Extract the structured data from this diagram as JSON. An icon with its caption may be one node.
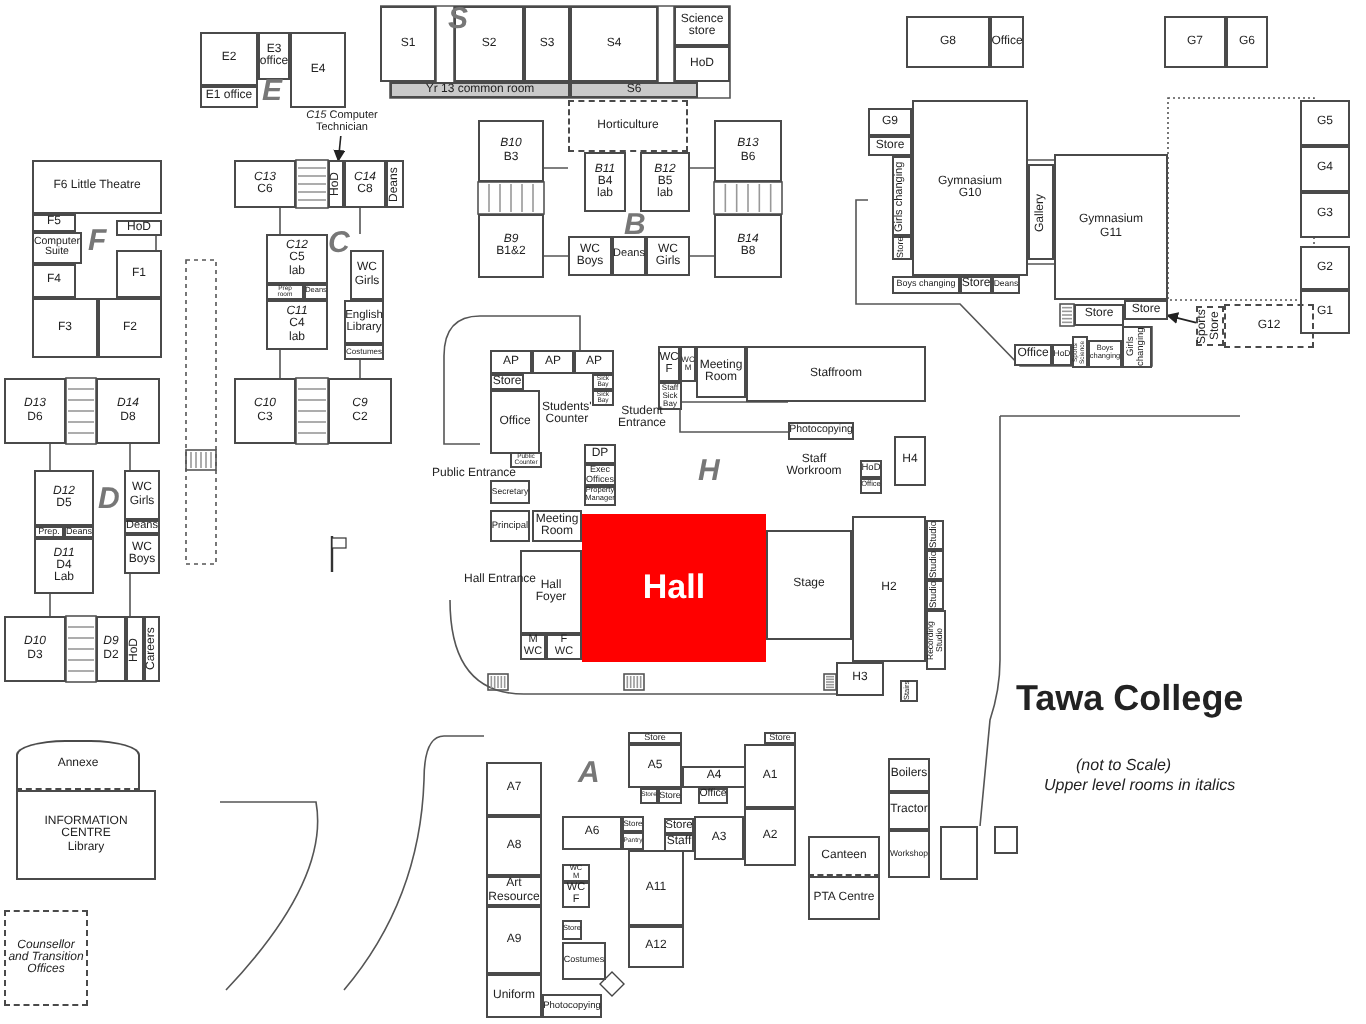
{
  "diagram": {
    "title": "Tawa College",
    "nodes": [
      {
        "text": [
          "E2"
        ]
      },
      {
        "text": [
          "E3 office"
        ]
      },
      {
        "text": [
          "E4"
        ]
      },
      {
        "text": [
          "E1 office"
        ]
      },
      {
        "text": [
          "S1"
        ]
      },
      {
        "text": [
          "S2"
        ]
      },
      {
        "text": [
          "S3"
        ]
      },
      {
        "text": [
          "S4"
        ]
      },
      {
        "text": [
          "Science store"
        ]
      },
      {
        "text": [
          "HoD"
        ]
      },
      {
        "text": [
          "Yr 13 common room"
        ]
      },
      {
        "text": [
          "S6"
        ]
      },
      {
        "text": [
          "G8"
        ]
      },
      {
        "text": [
          "Office"
        ]
      },
      {
        "text": [
          "G7"
        ]
      },
      {
        "text": [
          "G6"
        ]
      },
      {
        "text": [
          "*C15* Computer Technician"
        ]
      },
      {
        "text": [
          "*C13* C6"
        ]
      },
      {
        "text": [
          "HoD"
        ]
      },
      {
        "text": [
          "*C14* C8"
        ]
      },
      {
        "text": [
          "Deans"
        ]
      },
      {
        "text": [
          "F6 Little Theatre"
        ]
      },
      {
        "text": [
          "F5"
        ]
      },
      {
        "text": [
          "HoD"
        ]
      },
      {
        "text": [
          "Computer Suite"
        ]
      },
      {
        "text": [
          "F4"
        ]
      },
      {
        "text": [
          "F1"
        ]
      },
      {
        "text": [
          "F3"
        ]
      },
      {
        "text": [
          "F2"
        ]
      },
      {
        "text": [
          "*C12* C5 lab"
        ]
      },
      {
        "text": [
          "Prep room"
        ]
      },
      {
        "text": [
          "Deans"
        ]
      },
      {
        "text": [
          "*C11* C4 lab"
        ]
      },
      {
        "text": [
          "WC Girls"
        ]
      },
      {
        "text": [
          "English Library"
        ]
      },
      {
        "text": [
          "Costumes"
        ]
      },
      {
        "text": [
          "*C10* C3"
        ]
      },
      {
        "text": [
          "*C9* C2"
        ]
      },
      {
        "text": [
          "*B10* B3"
        ]
      },
      {
        "text": [
          "*B9* B1&2"
        ]
      },
      {
        "text": [
          "Horticulture"
        ]
      },
      {
        "text": [
          "*B11* B4 lab"
        ]
      },
      {
        "text": [
          "*B12* B5 lab"
        ]
      },
      {
        "text": [
          "WC Boys"
        ]
      },
      {
        "text": [
          "Deans"
        ]
      },
      {
        "text": [
          "WC Girls"
        ]
      },
      {
        "text": [
          "*B13* B6"
        ]
      },
      {
        "text": [
          "*B14* B8"
        ]
      },
      {
        "text": [
          "G9"
        ]
      },
      {
        "text": [
          "Store"
        ]
      },
      {
        "text": [
          "Gymnasium G10"
        ]
      },
      {
        "text": [
          "Girls changing"
        ]
      },
      {
        "text": [
          "Store"
        ]
      },
      {
        "text": [
          "Boys changing"
        ]
      },
      {
        "text": [
          "Store"
        ]
      },
      {
        "text": [
          "Deans"
        ]
      },
      {
        "text": [
          "Gallery"
        ]
      },
      {
        "text": [
          "Gymnasium G11"
        ]
      },
      {
        "text": [
          "G5"
        ]
      },
      {
        "text": [
          "G4"
        ]
      },
      {
        "text": [
          "G3"
        ]
      },
      {
        "text": [
          "G2"
        ]
      },
      {
        "text": [
          "G1"
        ]
      },
      {
        "text": [
          "Store"
        ]
      },
      {
        "text": [
          "Store"
        ]
      },
      {
        "text": [
          "Sports Store"
        ]
      },
      {
        "text": [
          "G12"
        ]
      },
      {
        "text": [
          "Office"
        ]
      },
      {
        "text": [
          "HoD"
        ]
      },
      {
        "text": [
          "Sports Science"
        ]
      },
      {
        "text": [
          "Boys changing"
        ]
      },
      {
        "text": [
          "Girls changing"
        ]
      },
      {
        "text": [
          "AP"
        ]
      },
      {
        "text": [
          "AP"
        ]
      },
      {
        "text": [
          "AP"
        ]
      },
      {
        "text": [
          "Store"
        ]
      },
      {
        "text": [
          "Sick Bay"
        ]
      },
      {
        "text": [
          "Sick Bay"
        ]
      },
      {
        "text": [
          "Office"
        ]
      },
      {
        "text": [
          "Public Counter"
        ]
      },
      {
        "text": [
          "DP"
        ]
      },
      {
        "text": [
          "Exec Offices"
        ]
      },
      {
        "text": [
          "Property Manager"
        ]
      },
      {
        "text": [
          "Secretary"
        ]
      },
      {
        "text": [
          "Principal"
        ]
      },
      {
        "text": [
          "Meeting Room"
        ]
      },
      {
        "text": [
          "WC F"
        ]
      },
      {
        "text": [
          "WC M"
        ]
      },
      {
        "text": [
          "Meeting Room"
        ]
      },
      {
        "text": [
          "Staff Sick Bay"
        ]
      },
      {
        "text": [
          "Staffroom"
        ]
      },
      {
        "text": [
          "Photocopying"
        ]
      },
      {
        "text": [
          "Staff Workroom"
        ]
      },
      {
        "text": [
          "HoD"
        ]
      },
      {
        "text": [
          "Office"
        ]
      },
      {
        "text": [
          "H4"
        ]
      },
      {
        "text": [
          "Hall"
        ]
      },
      {
        "text": [
          "Hall Foyer"
        ]
      },
      {
        "text": [
          "M WC"
        ]
      },
      {
        "text": [
          "F WC"
        ]
      },
      {
        "text": [
          "Stage"
        ]
      },
      {
        "text": [
          "H2"
        ]
      },
      {
        "text": [
          "Studio"
        ]
      },
      {
        "text": [
          "Studio"
        ]
      },
      {
        "text": [
          "Studio"
        ]
      },
      {
        "text": [
          "Recording Studio"
        ]
      },
      {
        "text": [
          "H3"
        ]
      },
      {
        "text": [
          "Stairs"
        ]
      },
      {
        "text": [
          "*D13* D6"
        ]
      },
      {
        "text": [
          "*D14* D8"
        ]
      },
      {
        "text": [
          "*D12* D5"
        ]
      },
      {
        "text": [
          "Prep."
        ]
      },
      {
        "text": [
          "Deans"
        ]
      },
      {
        "text": [
          "*D11* D4 Lab"
        ]
      },
      {
        "text": [
          "WC Girls"
        ]
      },
      {
        "text": [
          "Deans"
        ]
      },
      {
        "text": [
          "WC Boys"
        ]
      },
      {
        "text": [
          "*D10* D3"
        ]
      },
      {
        "text": [
          "*D9* D2"
        ]
      },
      {
        "text": [
          "HoD"
        ]
      },
      {
        "text": [
          "Careers"
        ]
      },
      {
        "text": [
          "Annexe"
        ]
      },
      {
        "text": [
          "INFORMATION CENTRE",
          "Library"
        ]
      },
      {
        "text": [
          "Counsellor and Transition Offices"
        ]
      },
      {
        "text": [
          "Store"
        ]
      },
      {
        "text": [
          "A5"
        ]
      },
      {
        "text": [
          "Store"
        ]
      },
      {
        "text": [
          "Store"
        ]
      },
      {
        "text": [
          "A4"
        ]
      },
      {
        "text": [
          "Office"
        ]
      },
      {
        "text": [
          "Store"
        ]
      },
      {
        "text": [
          "A1"
        ]
      },
      {
        "text": [
          "A7"
        ]
      },
      {
        "text": [
          "A6"
        ]
      },
      {
        "text": [
          "Store"
        ]
      },
      {
        "text": [
          "Pantry"
        ]
      },
      {
        "text": [
          "Store"
        ]
      },
      {
        "text": [
          "Staff"
        ]
      },
      {
        "text": [
          "A3"
        ]
      },
      {
        "text": [
          "A2"
        ]
      },
      {
        "text": [
          "A8"
        ]
      },
      {
        "text": [
          "Art Resource"
        ]
      },
      {
        "text": [
          "WC M"
        ]
      },
      {
        "text": [
          "WC F"
        ]
      },
      {
        "text": [
          "A11"
        ]
      },
      {
        "text": [
          "A12"
        ]
      },
      {
        "text": [
          "Canteen"
        ]
      },
      {
        "text": [
          "PTA Centre"
        ]
      },
      {
        "text": [
          "A9"
        ]
      },
      {
        "text": [
          "Store"
        ]
      },
      {
        "text": [
          "Costumes"
        ]
      },
      {
        "text": [
          "Uniform"
        ]
      },
      {
        "text": [
          "Photocopying"
        ]
      },
      {
        "text": [
          "Boilers"
        ]
      },
      {
        "text": [
          "Tractor"
        ]
      },
      {
        "text": [
          "Workshop"
        ]
      },
      {
        "text": [],
        "shape": "box"
      },
      {
        "text": [],
        "shape": "box"
      }
    ],
    "edges": [
      {
        "from": 16,
        "to": 18,
        "arrow": "to"
      },
      {
        "from": 65,
        "to": 64,
        "arrow": "to"
      }
    ],
    "labels": [
      "S",
      "E",
      "F",
      "C",
      "B",
      "Students' Counter",
      "Student Entrance",
      "Public Entrance",
      "H",
      "Hall Entrance",
      "D",
      "A",
      "(not to Scale)",
      "Upper level rooms in italics"
    ]
  }
}
